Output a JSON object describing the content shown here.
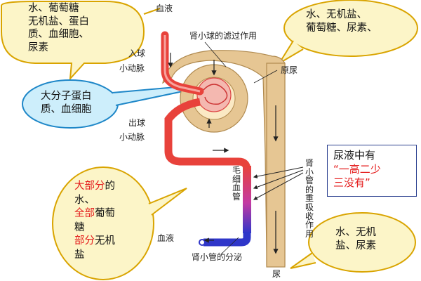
{
  "callouts": {
    "top_left": {
      "lines": [
        "水、葡萄糖",
        "无机盐、蛋白",
        "质、血细胞、",
        "尿素"
      ]
    },
    "top_right": {
      "lines": [
        "水、无机盐、",
        "葡萄糖、尿素、"
      ]
    },
    "middle_left": {
      "lines": [
        "大分子蛋白",
        "质、血细胞"
      ]
    },
    "bottom_left": {
      "lines": [
        [
          {
            "t": "大部分",
            "red": true
          },
          {
            "t": "的",
            "red": false
          }
        ],
        [
          {
            "t": "水、",
            "red": false
          }
        ],
        [
          {
            "t": "全部",
            "red": true
          },
          {
            "t": "葡萄",
            "red": false
          }
        ],
        [
          {
            "t": "糖",
            "red": false
          }
        ],
        [
          {
            "t": "部分",
            "red": true
          },
          {
            "t": "无机",
            "red": false
          }
        ],
        [
          {
            "t": "盐",
            "red": false
          }
        ]
      ]
    },
    "bottom_right": {
      "lines": [
        "水、无机",
        "盐、尿素"
      ]
    }
  },
  "labels": {
    "blood_top": "血液",
    "filtration": "肾小球的滤过作用",
    "afferent_1": "入球",
    "afferent_2": "小动脉",
    "primary_urine": "原尿",
    "efferent_1": "出球",
    "efferent_2": "小动脉",
    "capillary": "毛细血管",
    "reabsorption": "肾小管的重吸收作用",
    "blood_bottom": "血液",
    "secretion": "肾小管的分泌",
    "urine": "尿"
  },
  "summary": {
    "title": "尿液中有",
    "line2": "“一高二少",
    "line3": "三没有”"
  },
  "colors": {
    "callout_fill": "#fcf5c8",
    "callout_stroke": "#d9a400",
    "blue_callout_fill": "#cdeefb",
    "blue_callout_stroke": "#1e87c8",
    "artery": "#e8423b",
    "vein": "#2f36c9",
    "tubule": "#e6c693",
    "tubule_stroke": "#b08a4f",
    "accent_red": "#e41a1a"
  }
}
